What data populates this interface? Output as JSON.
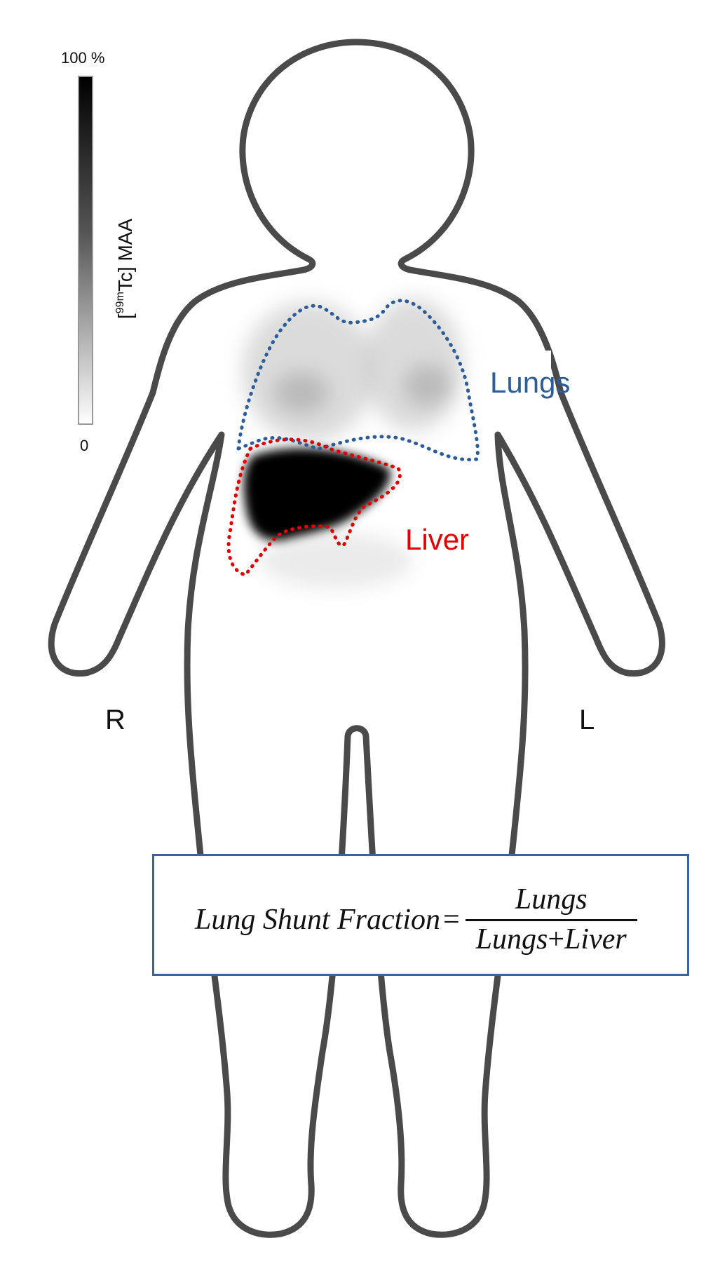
{
  "colorbar": {
    "max_label": "100 %",
    "min_label": "0",
    "title_bracket_open": "[",
    "title_isotope_mass": "99m",
    "title_element": "Tc",
    "title_rest": "] MAA",
    "gradient_top_color": "#000000",
    "gradient_bottom_color": "#ffffff"
  },
  "regions": {
    "lungs": {
      "label": "Lungs",
      "color": "#2b5d9a"
    },
    "liver": {
      "label": "Liver",
      "color": "#e00000"
    }
  },
  "orientation": {
    "right": "R",
    "left": "L"
  },
  "formula": {
    "lhs": "Lung Shunt Fraction",
    "equals": "=",
    "numerator": "Lungs",
    "denominator_a": "Lungs",
    "plus": "+",
    "denominator_b": "Liver",
    "border_color": "#3a63a0"
  },
  "body_outline_color": "#4a4a4a"
}
